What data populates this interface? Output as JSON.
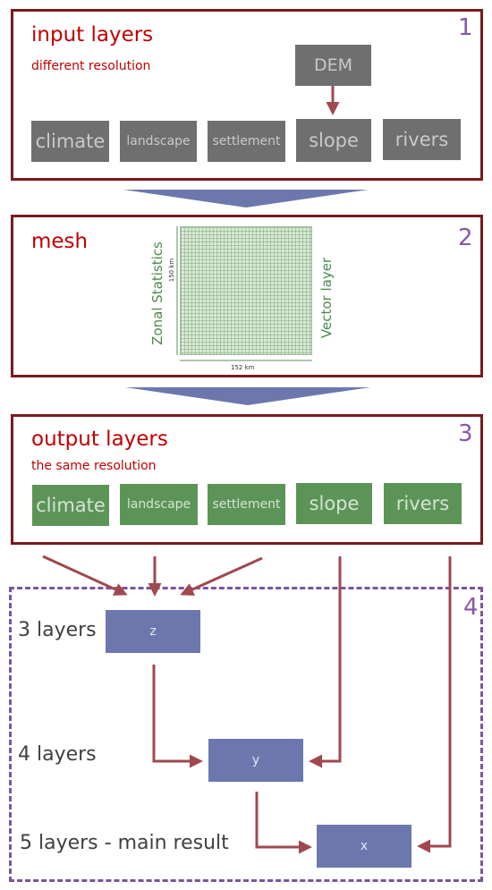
{
  "panel1": {
    "number": "1",
    "title": "input layers",
    "subtitle": "different resolution",
    "dem": "DEM",
    "boxes": [
      "climate",
      "landscape",
      "settlement",
      "slope",
      "rivers"
    ]
  },
  "panel2": {
    "number": "2",
    "title": "mesh",
    "left_label": "Zonal Statistics",
    "right_label": "Vector layer",
    "height_label": "150 km",
    "width_label": "152 km"
  },
  "panel3": {
    "number": "3",
    "title": "output layers",
    "subtitle": "the same resolution",
    "boxes": [
      "climate",
      "landscape",
      "settlement",
      "slope",
      "rivers"
    ]
  },
  "panel4": {
    "number": "4",
    "levels": [
      {
        "label": "3 layers",
        "node": "z"
      },
      {
        "label": "4 layers",
        "node": "y"
      },
      {
        "label": "5 layers - main result",
        "node": "x"
      }
    ]
  },
  "colors": {
    "panel_border": "#7a1a1f",
    "title_red": "#c00000",
    "number_purple": "#8b55a8",
    "input_box": "#6f6f6f",
    "output_box": "#5c9458",
    "node_blue": "#6c78ad",
    "arrow": "#a1484f",
    "dashed_border": "#7a55a0"
  }
}
